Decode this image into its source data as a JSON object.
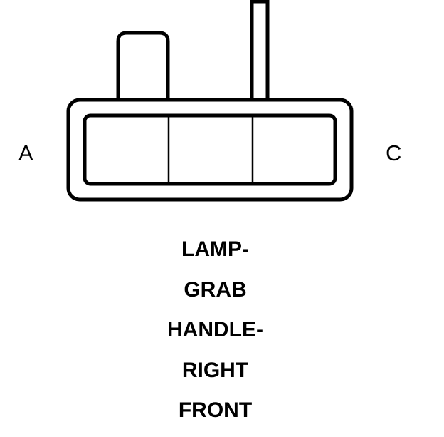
{
  "connector": {
    "pin_labels": {
      "left": "A",
      "right": "C"
    },
    "colors": {
      "stroke": "#000000",
      "fill": "#ffffff"
    }
  },
  "caption": {
    "lines": [
      "LAMP-",
      "GRAB",
      "HANDLE-",
      "RIGHT",
      "FRONT"
    ]
  }
}
